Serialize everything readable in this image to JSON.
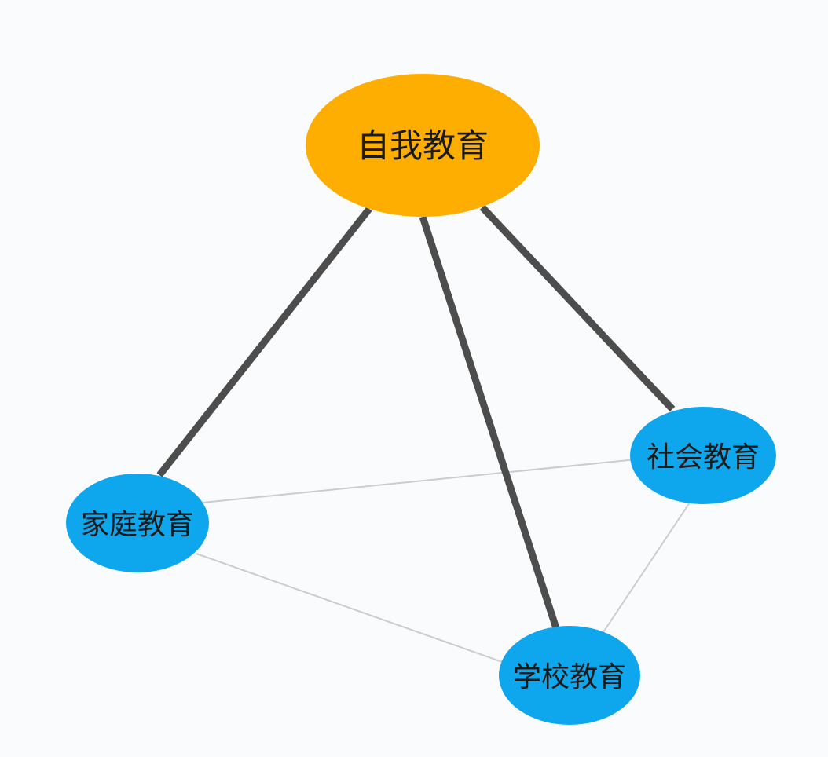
{
  "diagram": {
    "colors": {
      "background": "#fafbfc",
      "central_node": "#fdae01",
      "outer_node": "#0ea6ec",
      "strong_link": "#4d4d4d",
      "weak_link": "#c9ccd1",
      "text": "#1a1a1a"
    },
    "nodes": {
      "self": {
        "label": "自我教育"
      },
      "social": {
        "label": "社会教育"
      },
      "family": {
        "label": "家庭教育"
      },
      "school": {
        "label": "学校教育"
      }
    },
    "links": [
      {
        "from": "self",
        "to": "family",
        "strength": "strong"
      },
      {
        "from": "self",
        "to": "school",
        "strength": "strong"
      },
      {
        "from": "self",
        "to": "social",
        "strength": "strong"
      },
      {
        "from": "family",
        "to": "social",
        "strength": "weak"
      },
      {
        "from": "family",
        "to": "school",
        "strength": "weak"
      },
      {
        "from": "social",
        "to": "school",
        "strength": "weak"
      }
    ]
  }
}
